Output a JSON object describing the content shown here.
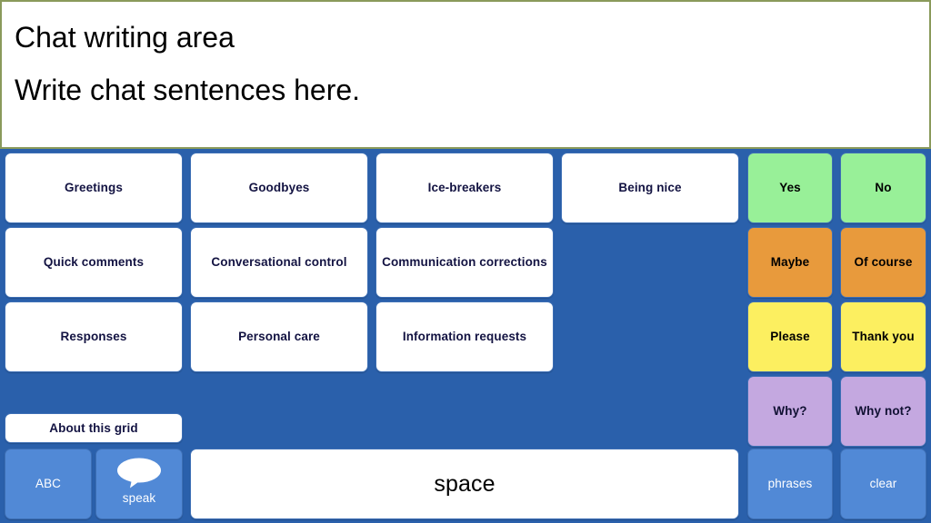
{
  "chat": {
    "title_line": "Chat writing area",
    "prompt_line": "Write chat sentences here.",
    "border_color": "#8A9A5B"
  },
  "theme": {
    "background_blue": "#2A60AB",
    "button_border": "#3D6FB5",
    "white_button_bg": "#FFFFFF",
    "white_button_text": "#131342",
    "green": "#98F098",
    "orange": "#E89A3C",
    "yellow": "#FCEF60",
    "purple": "#C4A8E0",
    "light_blue": "#5189D6"
  },
  "grid": {
    "categories": [
      {
        "label": "Greetings"
      },
      {
        "label": "Goodbyes"
      },
      {
        "label": "Ice-breakers"
      },
      {
        "label": "Being nice"
      },
      {
        "label": "Quick comments"
      },
      {
        "label": "Conversational control"
      },
      {
        "label": "Communication corrections"
      },
      {
        "label": "Responses"
      },
      {
        "label": "Personal care"
      },
      {
        "label": "Information requests"
      }
    ],
    "quick_words": [
      {
        "label": "Yes",
        "color": "green"
      },
      {
        "label": "No",
        "color": "green"
      },
      {
        "label": "Maybe",
        "color": "orange"
      },
      {
        "label": "Of course",
        "color": "orange"
      },
      {
        "label": "Please",
        "color": "yellow"
      },
      {
        "label": "Thank you",
        "color": "yellow"
      },
      {
        "label": "Why?",
        "color": "purple"
      },
      {
        "label": "Why not?",
        "color": "purple"
      }
    ],
    "about_label": "About this grid",
    "toolbar": {
      "abc_label": "ABC",
      "speak_label": "speak",
      "speak_icon": "speech-bubble-icon",
      "space_label": "space",
      "phrases_label": "phrases",
      "clear_label": "clear"
    }
  }
}
